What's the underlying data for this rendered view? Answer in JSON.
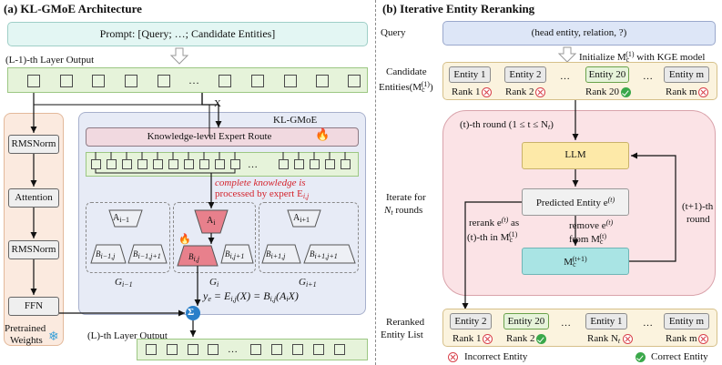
{
  "left": {
    "title": "(a) KL-GMoE Architecture",
    "prompt": "Prompt: [Query; …; Candidate Entities]",
    "prev_layer": "(L-1)-th  Layer Output",
    "dots": "…",
    "x_label": "X",
    "rmsnorm1": "RMSNorm",
    "attention": "Attention",
    "rmsnorm2": "RMSNorm",
    "ffn": "FFN",
    "pretrained": "Pretrained",
    "weights": "Weights",
    "klgmoe": "KL-GMoE",
    "route": "Knowledge-level Expert Route",
    "red_note_1": "complete knowledge is",
    "red_note_2": "processed by expert E",
    "red_note_sub": "i,j",
    "a_prev": "A",
    "a_prev_sub": "i−1",
    "a_cur": "A",
    "a_cur_sub": "i",
    "a_next": "A",
    "a_next_sub": "i+1",
    "b_items": [
      {
        "t": "B",
        "s": "i−1,j"
      },
      {
        "t": "B",
        "s": "i−1,j+1"
      },
      {
        "t": "B",
        "s": "i,j"
      },
      {
        "t": "B",
        "s": "i,j+1"
      },
      {
        "t": "B",
        "s": "i+1,j"
      },
      {
        "t": "B",
        "s": "i+1,j+1"
      }
    ],
    "g_prev": "G",
    "g_prev_sub": "i−1",
    "g_cur": "G",
    "g_cur_sub": "i",
    "g_next": "G",
    "g_next_sub": "i+1",
    "equation": "y",
    "equation_sub": "e",
    "equation_rest": " = E",
    "equation_rest2": "(X) = B",
    "equation_rest3": "(A",
    "equation_rest4": "X)",
    "sigma": "Σ",
    "out_layer": "(L)-th Layer Output"
  },
  "right": {
    "title": "(b) Iterative Entity Reranking",
    "query_label": "Query",
    "query_text": "(head entity, relation, ?)",
    "init_text_1": "Initialize M",
    "init_text_2": " with KGE model",
    "cand_label_1": "Candidate",
    "cand_label_2": "Entities(M",
    "cand_label_3": ")",
    "candidates": [
      {
        "name": "Entity 1",
        "rank": "Rank 1",
        "ok": false
      },
      {
        "name": "Entity 2",
        "rank": "Rank 2",
        "ok": false
      },
      {
        "name": "Entity 20",
        "rank": "Rank 20",
        "ok": true
      },
      {
        "name": "Entity m",
        "rank": "Rank m",
        "ok": false
      }
    ],
    "dots": "…",
    "round_label": "(t)-th round (1 ≤ t ≤ N",
    "round_label_end": ")",
    "llm": "LLM",
    "predicted": "Predicted Entity e",
    "iterate_1": "Iterate for",
    "iterate_2": "N",
    "iterate_3": " rounds",
    "rerank_1": "rerank e",
    "rerank_2": " as",
    "rerank_3": "(t)-th in M",
    "remove_1": "remove e",
    "remove_2": "from M",
    "next_round_1": "(t+1)-th",
    "next_round_2": "round",
    "mc_next": "M",
    "reranked_1": "Reranked",
    "reranked_2": "Entity List",
    "reranked": [
      {
        "name": "Entity 2",
        "rank": "Rank 1",
        "ok": false
      },
      {
        "name": "Entity 20",
        "rank": "Rank 2",
        "ok": true
      },
      {
        "name": "Entity 1",
        "rank": "Rank N",
        "ok": false
      },
      {
        "name": "Entity m",
        "rank": "Rank m",
        "ok": false
      }
    ],
    "legend_incorrect": "Incorrect Entity",
    "legend_correct": "Correct Entity"
  },
  "colors": {
    "prompt_bg": "#e3f6f3",
    "layer_bg": "#e6f3da",
    "pretrained_bg": "#fbeadf",
    "klgmoe_bg": "#e7ebf6",
    "route_bg": "#f1d9e0",
    "expert_red": "#e8808c",
    "query_bg": "#dde6f7",
    "cand_bg": "#fbf3de",
    "round_bg": "#fbe3e6",
    "llm_bg": "#fde9a8",
    "mc_bg": "#a9e4e4"
  }
}
